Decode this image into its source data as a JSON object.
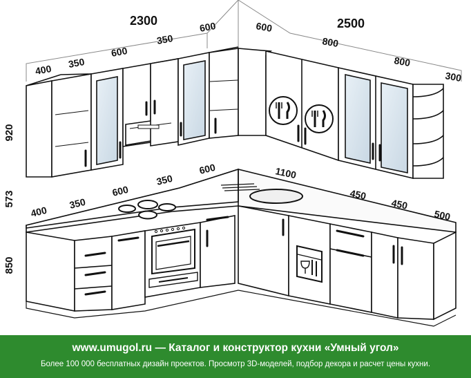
{
  "dimensions": {
    "top_left_total": "2300",
    "top_right_total": "2500",
    "wall_heights": [
      "920",
      "573",
      "850"
    ],
    "upper_left_widths": [
      "400",
      "350",
      "600",
      "350",
      "600"
    ],
    "upper_right_widths": [
      "600",
      "800",
      "800",
      "300"
    ],
    "lower_left_widths": [
      "400",
      "350",
      "600",
      "350",
      "600"
    ],
    "lower_right_widths": [
      "1100",
      "450",
      "450",
      "500"
    ]
  },
  "footer": {
    "title": "www.umugol.ru  —  Каталог и конструктор кухни «Умный угол»",
    "subtitle": "Более 100 000 бесплатных дизайн проектов. Просмотр 3D-моделей, подбор декора и расчет цены кухни."
  },
  "colors": {
    "footer_bg": "#2e8b2e",
    "line": "#111111",
    "glass": "#dfe9f0",
    "cabinet": "#ffffff"
  },
  "icons": [
    "fork-knife-icon",
    "fork-knife-icon"
  ]
}
